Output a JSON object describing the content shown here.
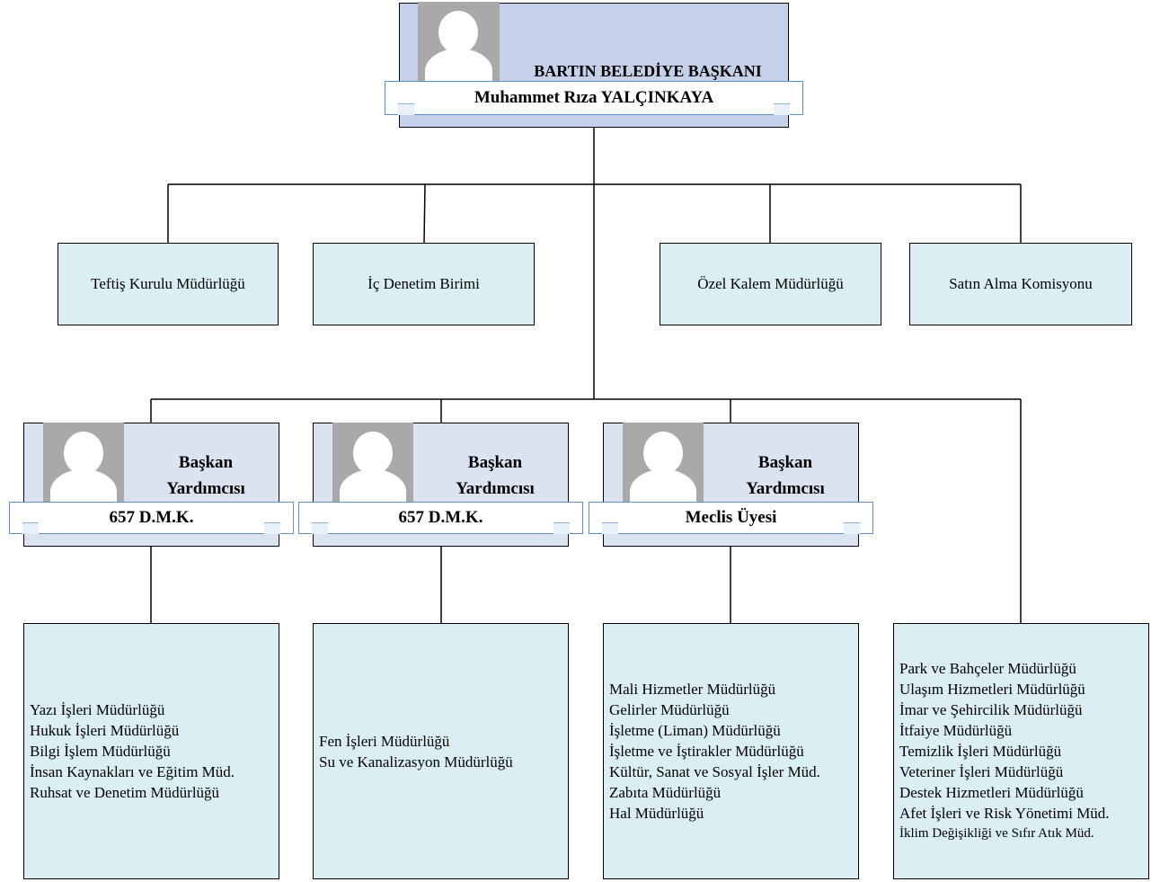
{
  "mayor": {
    "title": "BARTIN BELEDİYE BAŞKANI",
    "name": "Muhammet Rıza YALÇINKAYA"
  },
  "top_units": [
    {
      "label": "Teftiş Kurulu Müdürlüğü"
    },
    {
      "label": "İç Denetim Birimi"
    },
    {
      "label": "Özel Kalem Müdürlüğü"
    },
    {
      "label": "Satın Alma Komisyonu"
    }
  ],
  "deputies": [
    {
      "role_line1": "Başkan",
      "role_line2": "Yardımcısı",
      "banner": "657 D.M.K."
    },
    {
      "role_line1": "Başkan",
      "role_line2": "Yardımcısı",
      "banner": "657 D.M.K."
    },
    {
      "role_line1": "Başkan",
      "role_line2": "Yardımcısı",
      "banner": "Meclis Üyesi"
    }
  ],
  "lists": [
    {
      "items": [
        "Yazı İşleri Müdürlüğü",
        "Hukuk İşleri Müdürlüğü",
        "Bilgi İşlem Müdürlüğü",
        "İnsan Kaynakları ve Eğitim Müd.",
        "Ruhsat ve Denetim Müdürlüğü"
      ]
    },
    {
      "items": [
        "Fen İşleri Müdürlüğü",
        "Su ve Kanalizasyon Müdürlüğü"
      ]
    },
    {
      "items": [
        "Mali Hizmetler Müdürlüğü",
        "Gelirler Müdürlüğü",
        "İşletme (Liman) Müdürlüğü",
        "İşletme ve İştirakler Müdürlüğü",
        "Kültür, Sanat ve Sosyal İşler Müd.",
        "Zabıta Müdürlüğü",
        "Hal Müdürlüğü"
      ]
    },
    {
      "items": [
        "Park ve Bahçeler Müdürlüğü",
        "Ulaşım Hizmetleri Müdürlüğü",
        "İmar ve Şehircilik Müdürlüğü",
        "İtfaiye Müdürlüğü",
        "Temizlik İşleri Müdürlüğü",
        "Veteriner İşleri Müdürlüğü",
        "Destek Hizmetleri Müdürlüğü",
        "Afet İşleri ve Risk Yönetimi Müd.",
        "İklim Değişikliği ve Sıfır Atık Müd."
      ]
    }
  ],
  "colors": {
    "mayor_box": "#c5d1ea",
    "deputy_box": "#dbe2f0",
    "unit_box": "#daeef3",
    "banner_border": "#5b8fc7",
    "avatar": "#a9a9a9"
  }
}
